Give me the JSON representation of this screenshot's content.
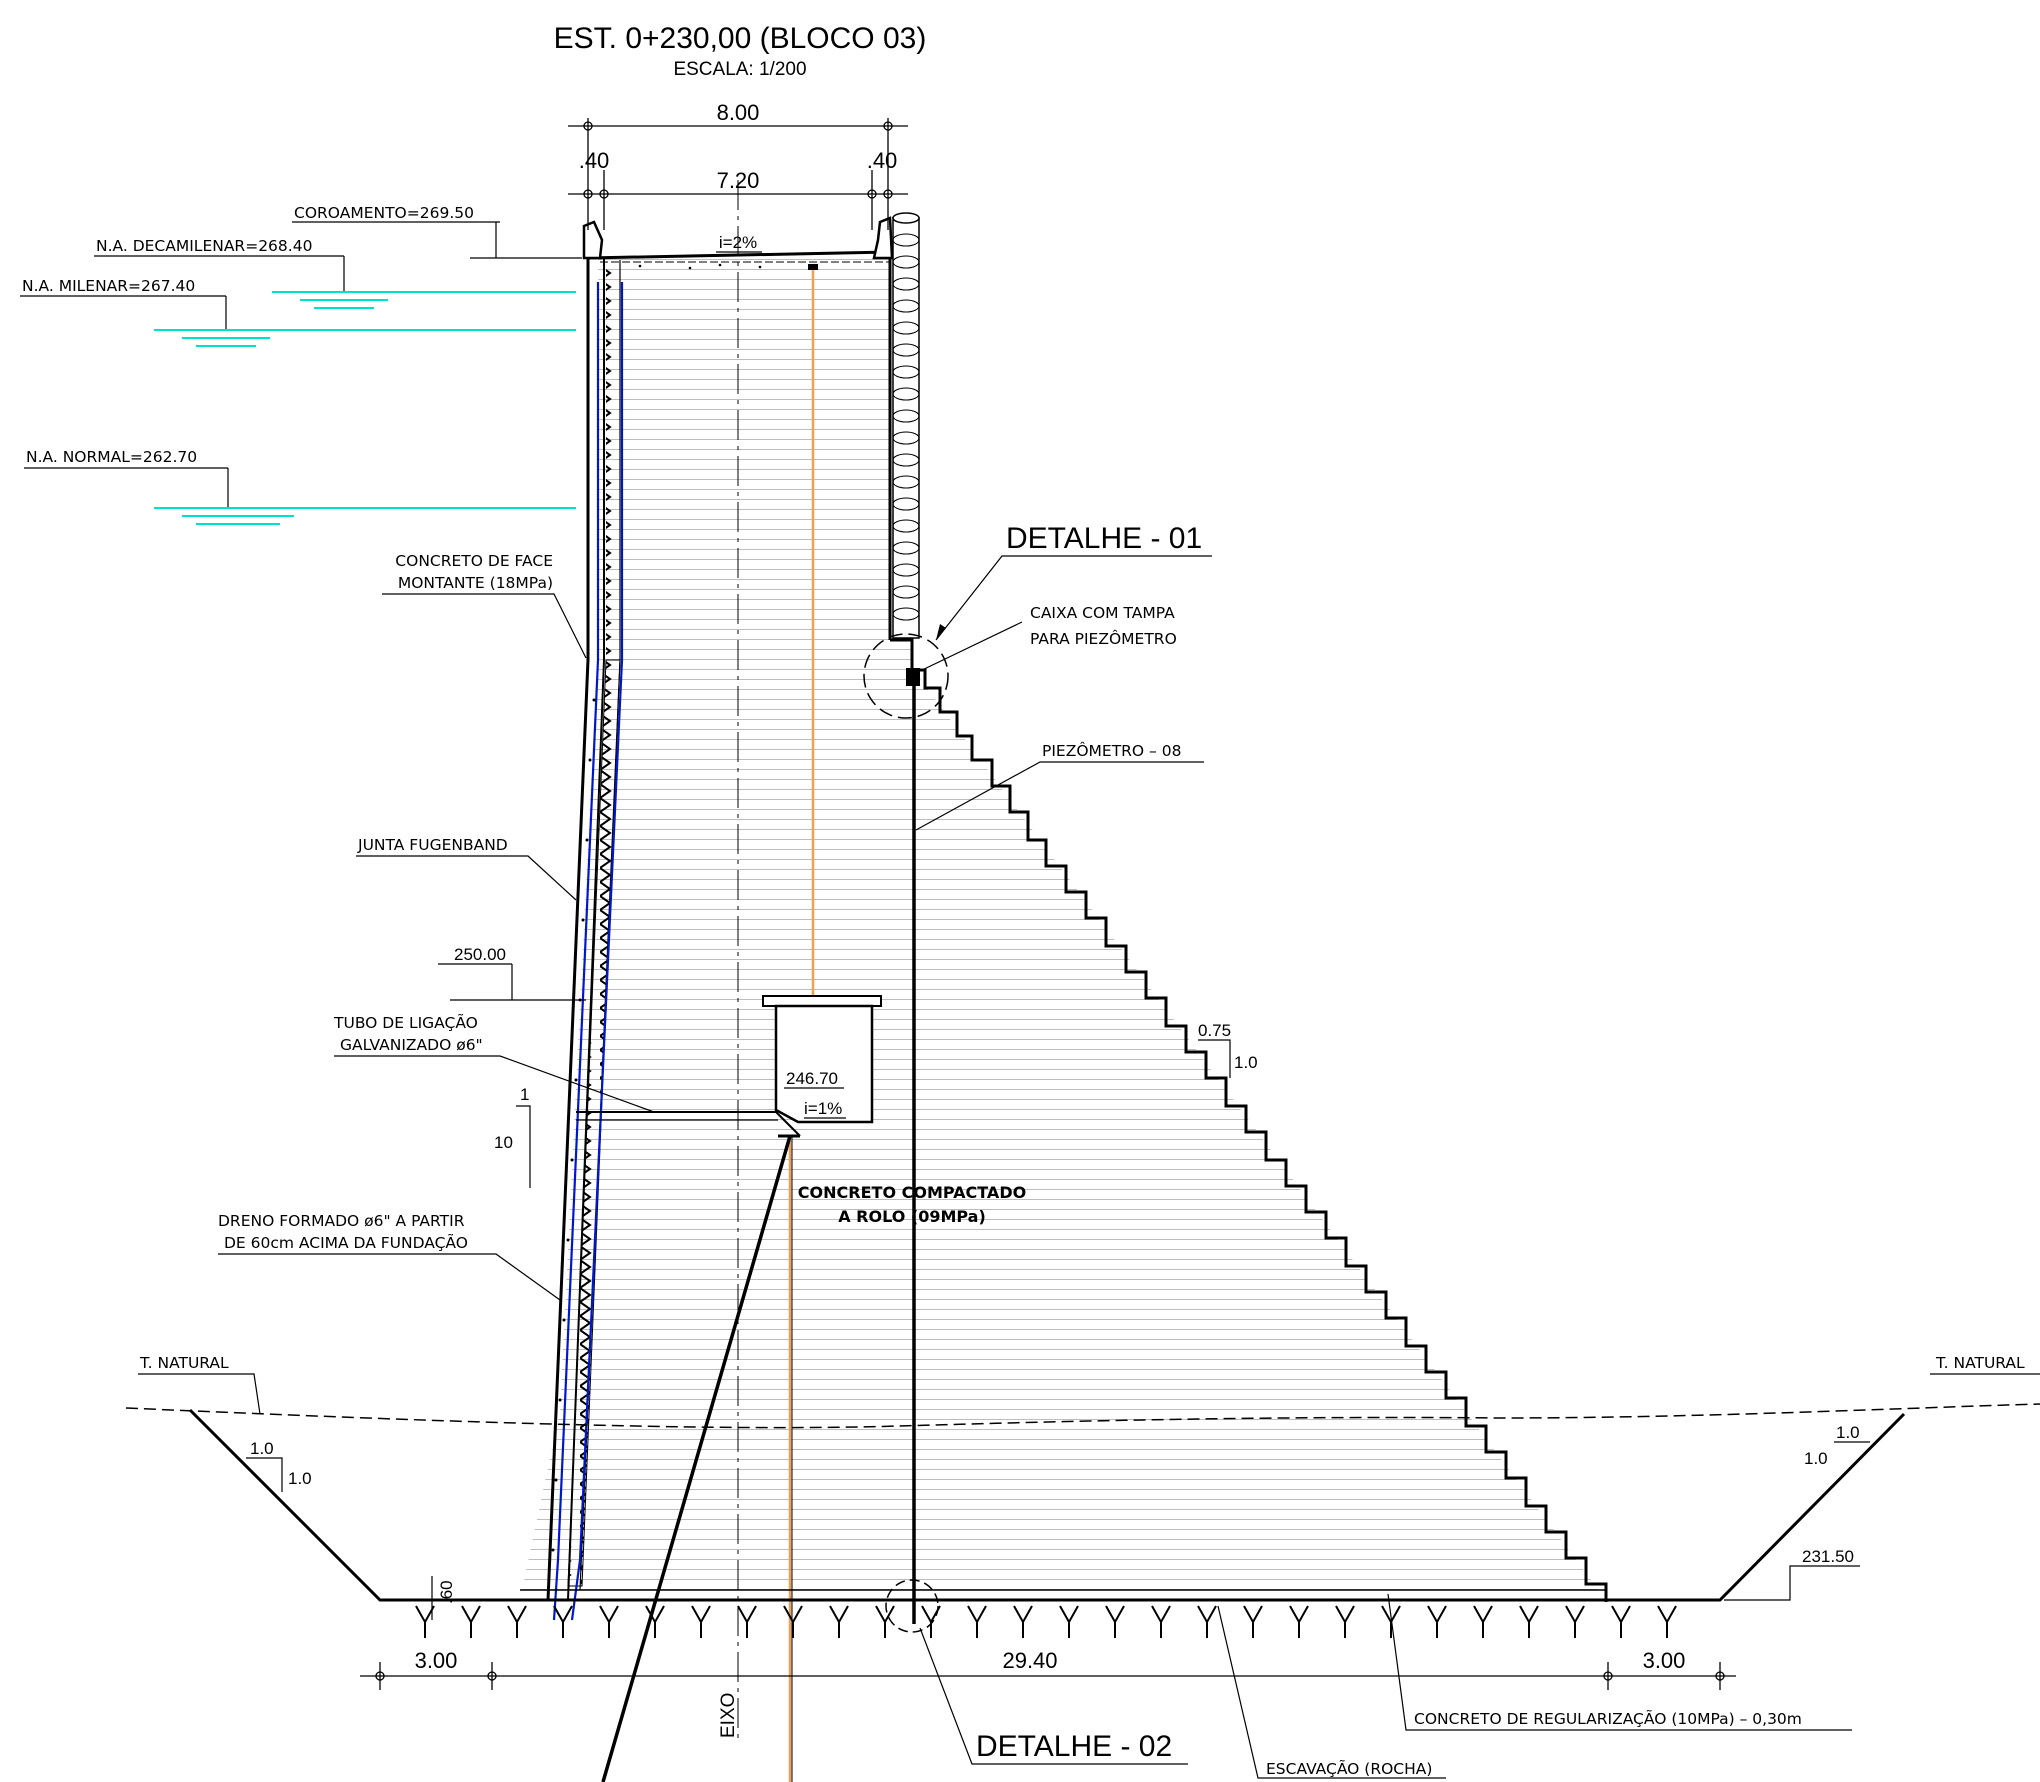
{
  "title": "EST. 0+230,00 (BLOCO 03)",
  "scale": "ESCALA: 1/200",
  "dimensions": {
    "crest_total": "8.00",
    "crest_left": ".40",
    "crest_mid": "7.20",
    "crest_right": ".40",
    "base_left": "3.00",
    "base_mid": "29.40",
    "base_right": "3.00",
    "found_offset": ".60"
  },
  "water_levels": {
    "coroamento": "COROAMENTO=269.50",
    "decamilenar": "N.A. DECAMILENAR=268.40",
    "milenar": "N.A. MILENAR=267.40",
    "normal": "N.A. NORMAL=262.70"
  },
  "labels": {
    "slope_crest": "i=2%",
    "slope_gallery": "i=1%",
    "face_concrete_1": "CONCRETO DE FACE",
    "face_concrete_2": "MONTANTE (18MPa)",
    "fugenband": "JUNTA FUGENBAND",
    "el_250": "250.00",
    "tube_1": "TUBO DE LIGAÇÃO",
    "tube_2": "GALVANIZADO ø6\"",
    "batter_1": "1",
    "batter_10": "10",
    "drain_1": "DRENO FORMADO ø6\" A PARTIR",
    "drain_2": "DE 60cm ACIMA DA FUNDAÇÃO",
    "t_natural_left": "T. NATURAL",
    "t_natural_right": "T. NATURAL",
    "slope_l_h": "1.0",
    "slope_l_v": "1.0",
    "slope_r_h": "1.0",
    "slope_r_v": "1.0",
    "detail_01": "DETALHE - 01",
    "piezo_box_1": "CAIXA COM TAMPA",
    "piezo_box_2": "PARA PIEZÔMETRO",
    "piezometer": "PIEZÔMETRO – 08",
    "step_h": "0.75",
    "step_v": "1.0",
    "gallery_el": "246.70",
    "rcc_1": "CONCRETO COMPACTADO",
    "rcc_2": "A ROLO (09MPa)",
    "el_231": "231.50",
    "axis": "EIXO",
    "detail_02": "DETALHE - 02",
    "regularization": "CONCRETO DE REGULARIZAÇÃO (10MPa) – 0,30m",
    "excavation": "ESCAVAÇÃO (ROCHA)"
  },
  "colors": {
    "line": "#000000",
    "water": "#00e0d0",
    "drain": "#0018c8",
    "piezo_line": "#f0a050",
    "hatch": "#b8b8b8"
  }
}
